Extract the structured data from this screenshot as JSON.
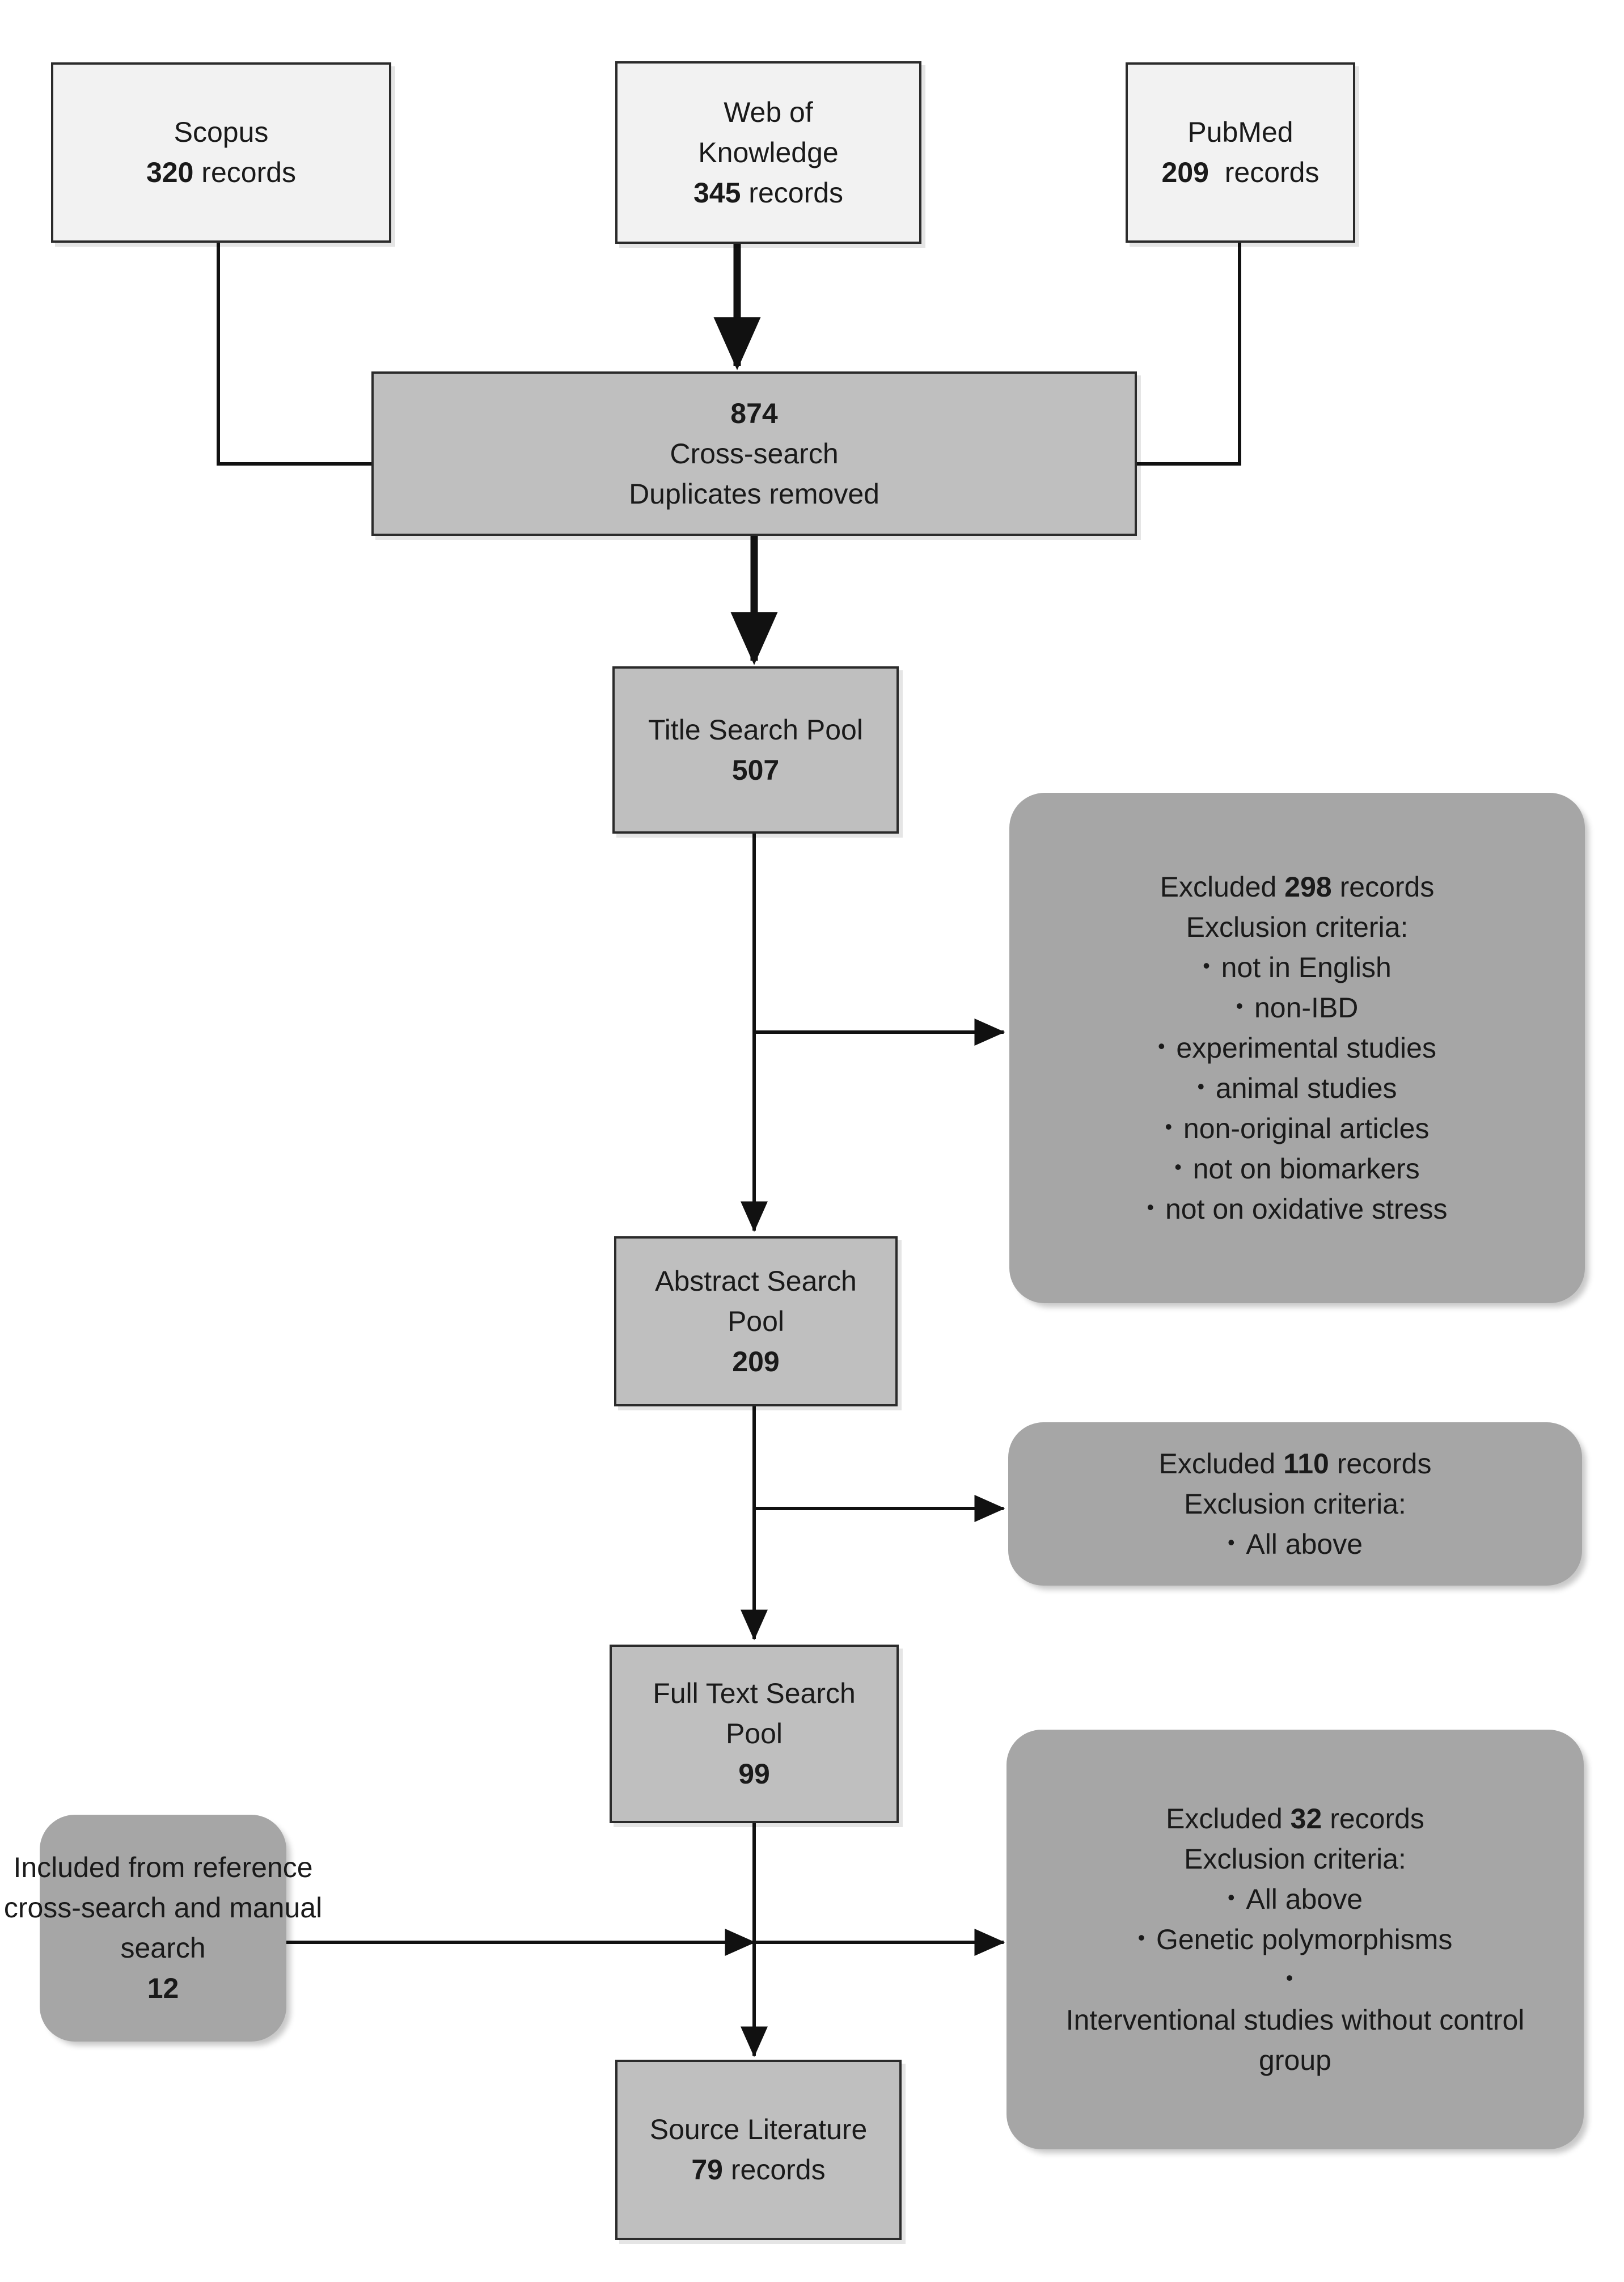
{
  "diagram": {
    "type": "prisma-flow-diagram",
    "title": "Literature search and selection flow",
    "colors": {
      "source_box_fill": "#f2f2f2",
      "stage_box_fill": "#bfbfbf",
      "exclusion_box_fill": "#a6a6a6",
      "border": "#2b2b2b",
      "text": "#1a1a1a",
      "background": "#ffffff"
    }
  },
  "sources": [
    {
      "name": "Scopus",
      "count": "320",
      "count_unit": "records",
      "lines": [
        "Scopus"
      ]
    },
    {
      "name": "Web of Knowledge",
      "count": "345",
      "count_unit": "records",
      "lines": [
        "Web of",
        "Knowledge"
      ]
    },
    {
      "name": "PubMed",
      "count": "209",
      "count_unit": "records",
      "lines": [
        "PubMed"
      ]
    }
  ],
  "stages": {
    "dedup": {
      "count": "874",
      "lines": [
        "Cross-search",
        "Duplicates removed"
      ]
    },
    "title_pool": {
      "lines": [
        "Title Search Pool"
      ],
      "count": "507"
    },
    "abstract_pool": {
      "lines": [
        "Abstract Search",
        "Pool"
      ],
      "count": "209"
    },
    "fulltext_pool": {
      "lines": [
        "Full Text Search",
        "Pool"
      ],
      "count": "99"
    },
    "source_literature": {
      "lines": [
        "Source Literature"
      ],
      "count": "79",
      "count_unit": "records"
    }
  },
  "included": {
    "lines": [
      "Included from reference",
      "cross-search and manual",
      "search"
    ],
    "count": "12"
  },
  "exclusions": [
    {
      "excluded_label": "Excluded",
      "count": "298",
      "records_label": "records",
      "criteria_label": "Exclusion criteria:",
      "criteria": [
        "not in English",
        "non-IBD",
        "experimental studies",
        "animal studies",
        "non-original articles",
        "not on biomarkers",
        "not on oxidative stress"
      ]
    },
    {
      "excluded_label": "Excluded",
      "count": "110",
      "records_label": "records",
      "criteria_label": "Exclusion criteria:",
      "criteria": [
        "All above"
      ]
    },
    {
      "excluded_label": "Excluded",
      "count": "32",
      "records_label": "records",
      "criteria_label": "Exclusion criteria:",
      "criteria": [
        "All above",
        "Genetic polymorphisms",
        "Interventional studies without control group"
      ]
    }
  ],
  "bullet_glyph": "•"
}
